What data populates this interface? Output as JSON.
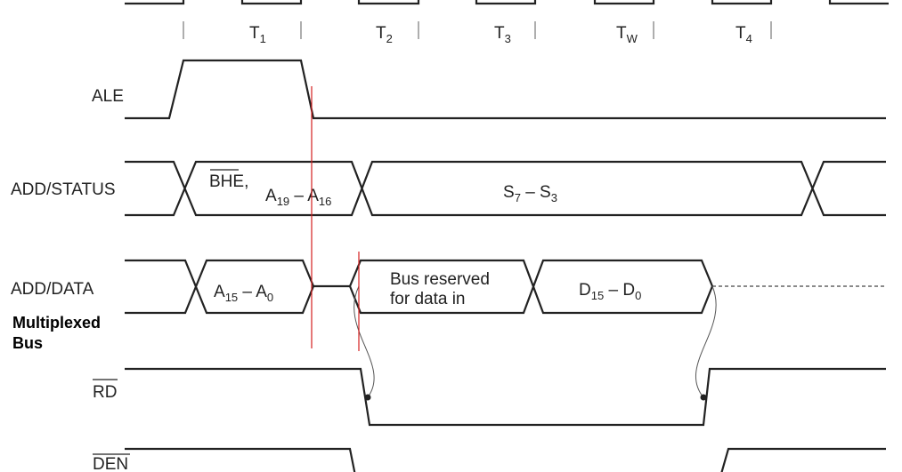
{
  "clock_states": [
    {
      "label": "T",
      "sub": "1"
    },
    {
      "label": "T",
      "sub": "2"
    },
    {
      "label": "T",
      "sub": "3"
    },
    {
      "label": "T",
      "sub": "W"
    },
    {
      "label": "T",
      "sub": "4"
    }
  ],
  "signals": {
    "ale": "ALE",
    "add_status": "ADD/STATUS",
    "add_data": "ADD/DATA",
    "rd": "RD",
    "den": "DEN"
  },
  "annotation": {
    "line1": "Multiplexed",
    "line2": "Bus"
  },
  "add_status_fields": {
    "bhe": "BHE,",
    "addr_high": {
      "a": "A",
      "a_sub": "19",
      "dash": " – ",
      "b": "A",
      "b_sub": "16"
    },
    "status": {
      "a": "S",
      "a_sub": "7",
      "dash": " – ",
      "b": "S",
      "b_sub": "3"
    }
  },
  "add_data_fields": {
    "addr_low": {
      "a": "A",
      "a_sub": "15",
      "dash": " – ",
      "b": "A",
      "b_sub": "0"
    },
    "reserved_line1": "Bus reserved",
    "reserved_line2": "for data in",
    "data": {
      "a": "D",
      "a_sub": "15",
      "dash": " – ",
      "b": "D",
      "b_sub": "0"
    }
  },
  "colors": {
    "trace": "#222222",
    "marker": "#d42020"
  }
}
